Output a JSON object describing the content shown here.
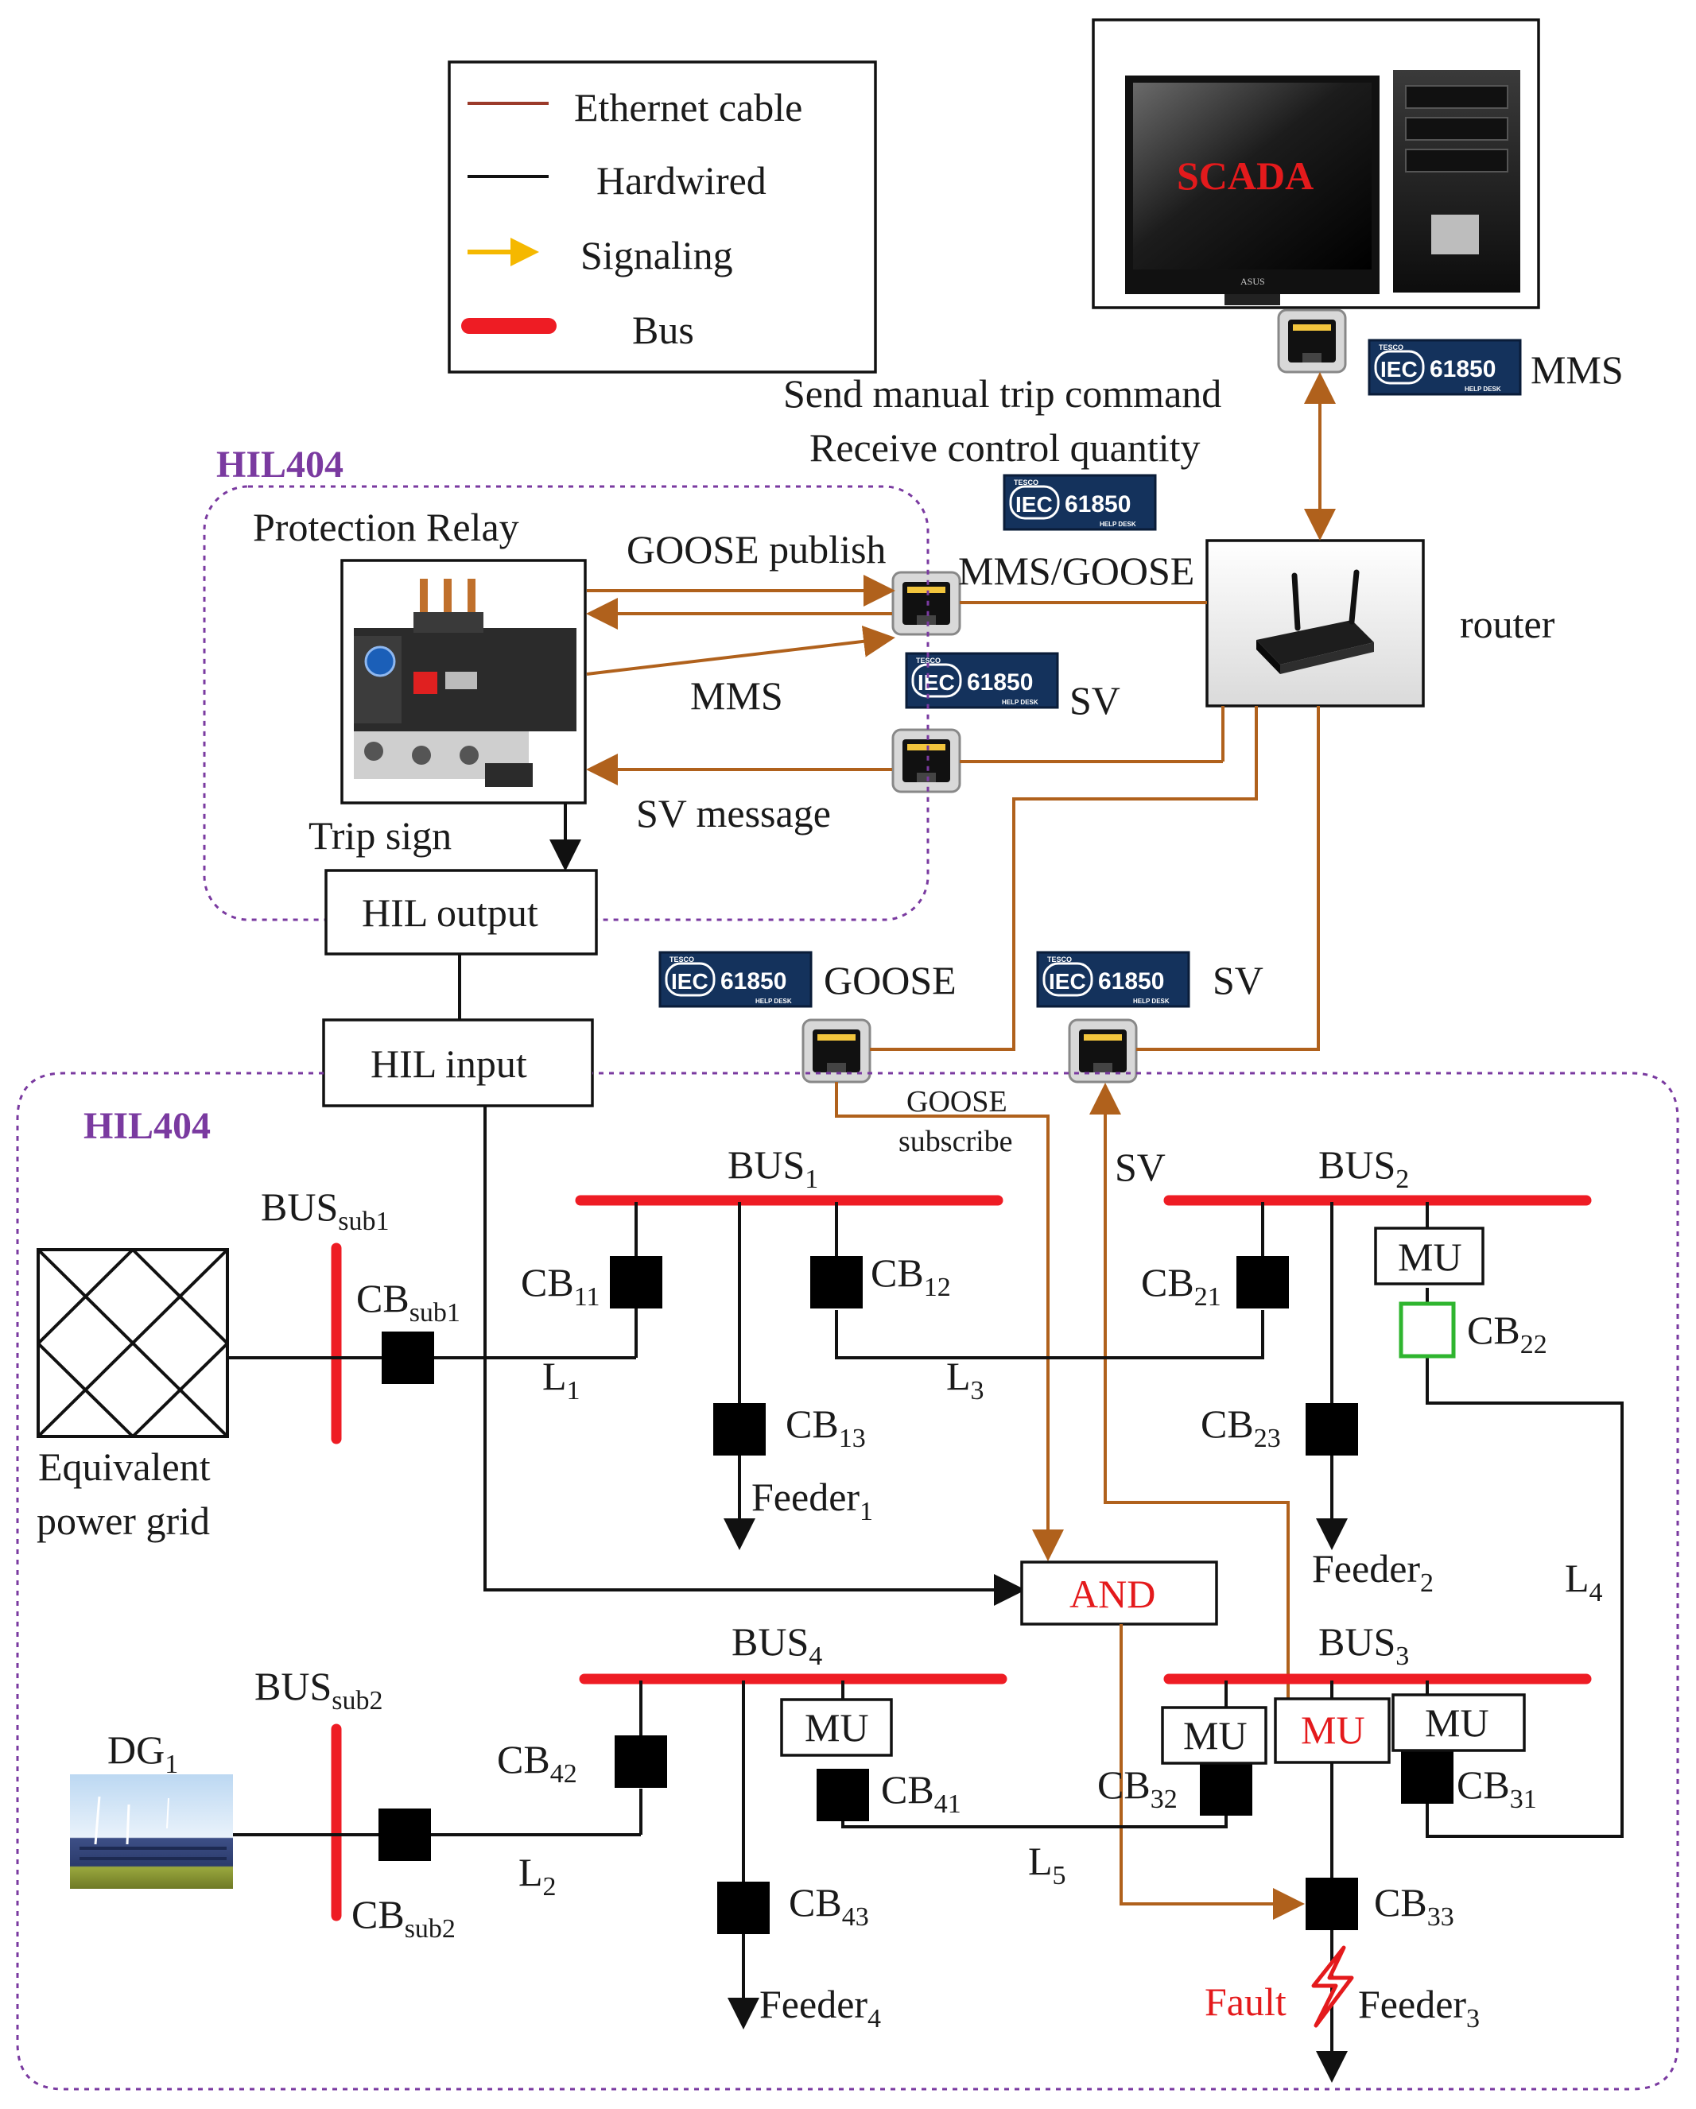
{
  "legend": {
    "ethernet": "Ethernet cable",
    "hardwired": "Hardwired",
    "signaling": "Signaling",
    "bus": "Bus"
  },
  "colors": {
    "ethernet": "#b0611c",
    "bus": "#ee1c24",
    "signaling": "#f5b800",
    "hil_label": "#7a3aa0",
    "cb_open": "#2fb52f"
  },
  "scada": {
    "screen_text": "SCADA",
    "monitor_brand": "ASUS",
    "protocol": "MMS"
  },
  "messages": {
    "send_trip": "Send manual trip command",
    "receive_control": "Receive control quantity"
  },
  "iec_badge": {
    "tesco": "TESCO",
    "iec": "IEC",
    "number": "61850",
    "help": "HELP DESK"
  },
  "hil": {
    "label_top": "HIL404",
    "label_bottom": "HIL404",
    "output": "HIL output",
    "input": "HIL input"
  },
  "relay": {
    "title": "Protection Relay",
    "trip_sign": "Trip sign"
  },
  "comm": {
    "goose_publish": "GOOSE publish",
    "mms": "MMS",
    "mms_goose": "MMS/GOOSE",
    "sv": "SV",
    "sv_message": "SV message",
    "router": "router",
    "goose": "GOOSE",
    "goose_subscribe_1": "GOOSE",
    "goose_subscribe_2": "subscribe",
    "sv_lower": "SV",
    "sv_arrow": "SV"
  },
  "grid": {
    "eq_grid_1": "Equivalent",
    "eq_grid_2": "power grid",
    "dg": "DG",
    "dg_sub": "1",
    "and": "AND",
    "mu": "MU",
    "fault": "Fault"
  },
  "buses": {
    "bus1": {
      "name": "BUS",
      "sub": "1"
    },
    "bus2": {
      "name": "BUS",
      "sub": "2"
    },
    "bus3": {
      "name": "BUS",
      "sub": "3"
    },
    "bus4": {
      "name": "BUS",
      "sub": "4"
    },
    "bussub1": {
      "name": "BUS",
      "sub": "sub1"
    },
    "bussub2": {
      "name": "BUS",
      "sub": "sub2"
    }
  },
  "breakers": {
    "cbsub1": {
      "name": "CB",
      "sub": "sub1"
    },
    "cbsub2": {
      "name": "CB",
      "sub": "sub2"
    },
    "cb11": {
      "name": "CB",
      "sub": "11"
    },
    "cb12": {
      "name": "CB",
      "sub": "12"
    },
    "cb13": {
      "name": "CB",
      "sub": "13"
    },
    "cb21": {
      "name": "CB",
      "sub": "21"
    },
    "cb22": {
      "name": "CB",
      "sub": "22"
    },
    "cb23": {
      "name": "CB",
      "sub": "23"
    },
    "cb31": {
      "name": "CB",
      "sub": "31"
    },
    "cb32": {
      "name": "CB",
      "sub": "32"
    },
    "cb33": {
      "name": "CB",
      "sub": "33"
    },
    "cb41": {
      "name": "CB",
      "sub": "41"
    },
    "cb42": {
      "name": "CB",
      "sub": "42"
    },
    "cb43": {
      "name": "CB",
      "sub": "43"
    }
  },
  "lines": {
    "l1": {
      "name": "L",
      "sub": "1"
    },
    "l2": {
      "name": "L",
      "sub": "2"
    },
    "l3": {
      "name": "L",
      "sub": "3"
    },
    "l4": {
      "name": "L",
      "sub": "4"
    },
    "l5": {
      "name": "L",
      "sub": "5"
    }
  },
  "feeders": {
    "f1": {
      "name": "Feeder",
      "sub": "1"
    },
    "f2": {
      "name": "Feeder",
      "sub": "2"
    },
    "f3": {
      "name": "Feeder",
      "sub": "3"
    },
    "f4": {
      "name": "Feeder",
      "sub": "4"
    }
  }
}
